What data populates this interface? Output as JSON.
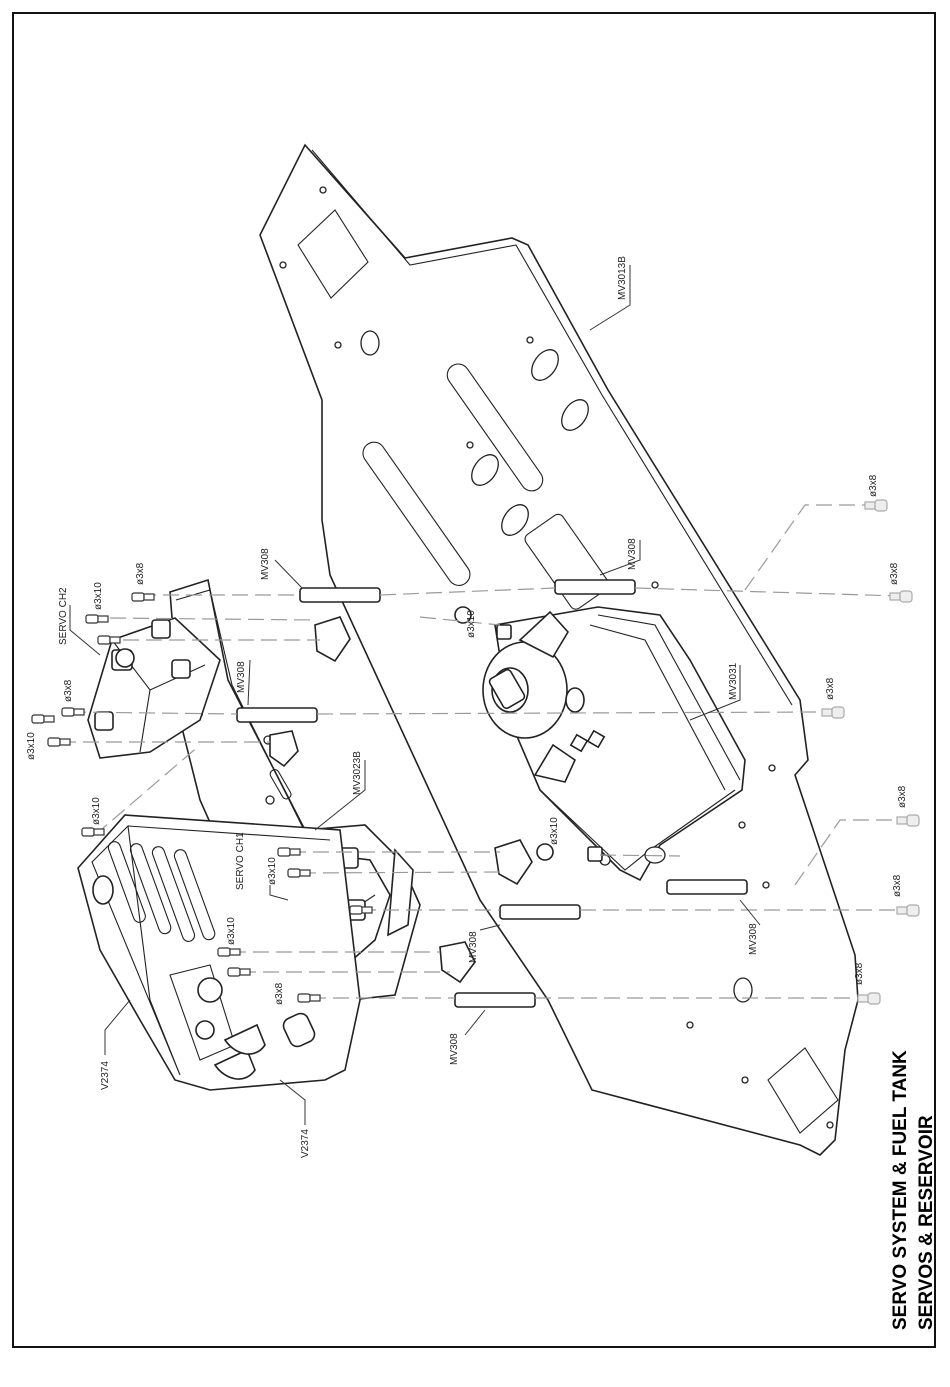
{
  "title": {
    "line1": "SERVO SYSTEM & FUEL TANK",
    "line2": "SERVOS & RESERVOIR"
  },
  "labels": {
    "main_frame": "MV3013B",
    "servo_plate": "MV3023B",
    "tank_mount": "MV3031",
    "spacer": "MV308",
    "servo_ch1": "SERVO CH1",
    "servo_ch2": "SERVO CH2",
    "servo_part": "V2374",
    "screw_3x8": "ø3x8",
    "screw_3x10": "ø3x10"
  }
}
